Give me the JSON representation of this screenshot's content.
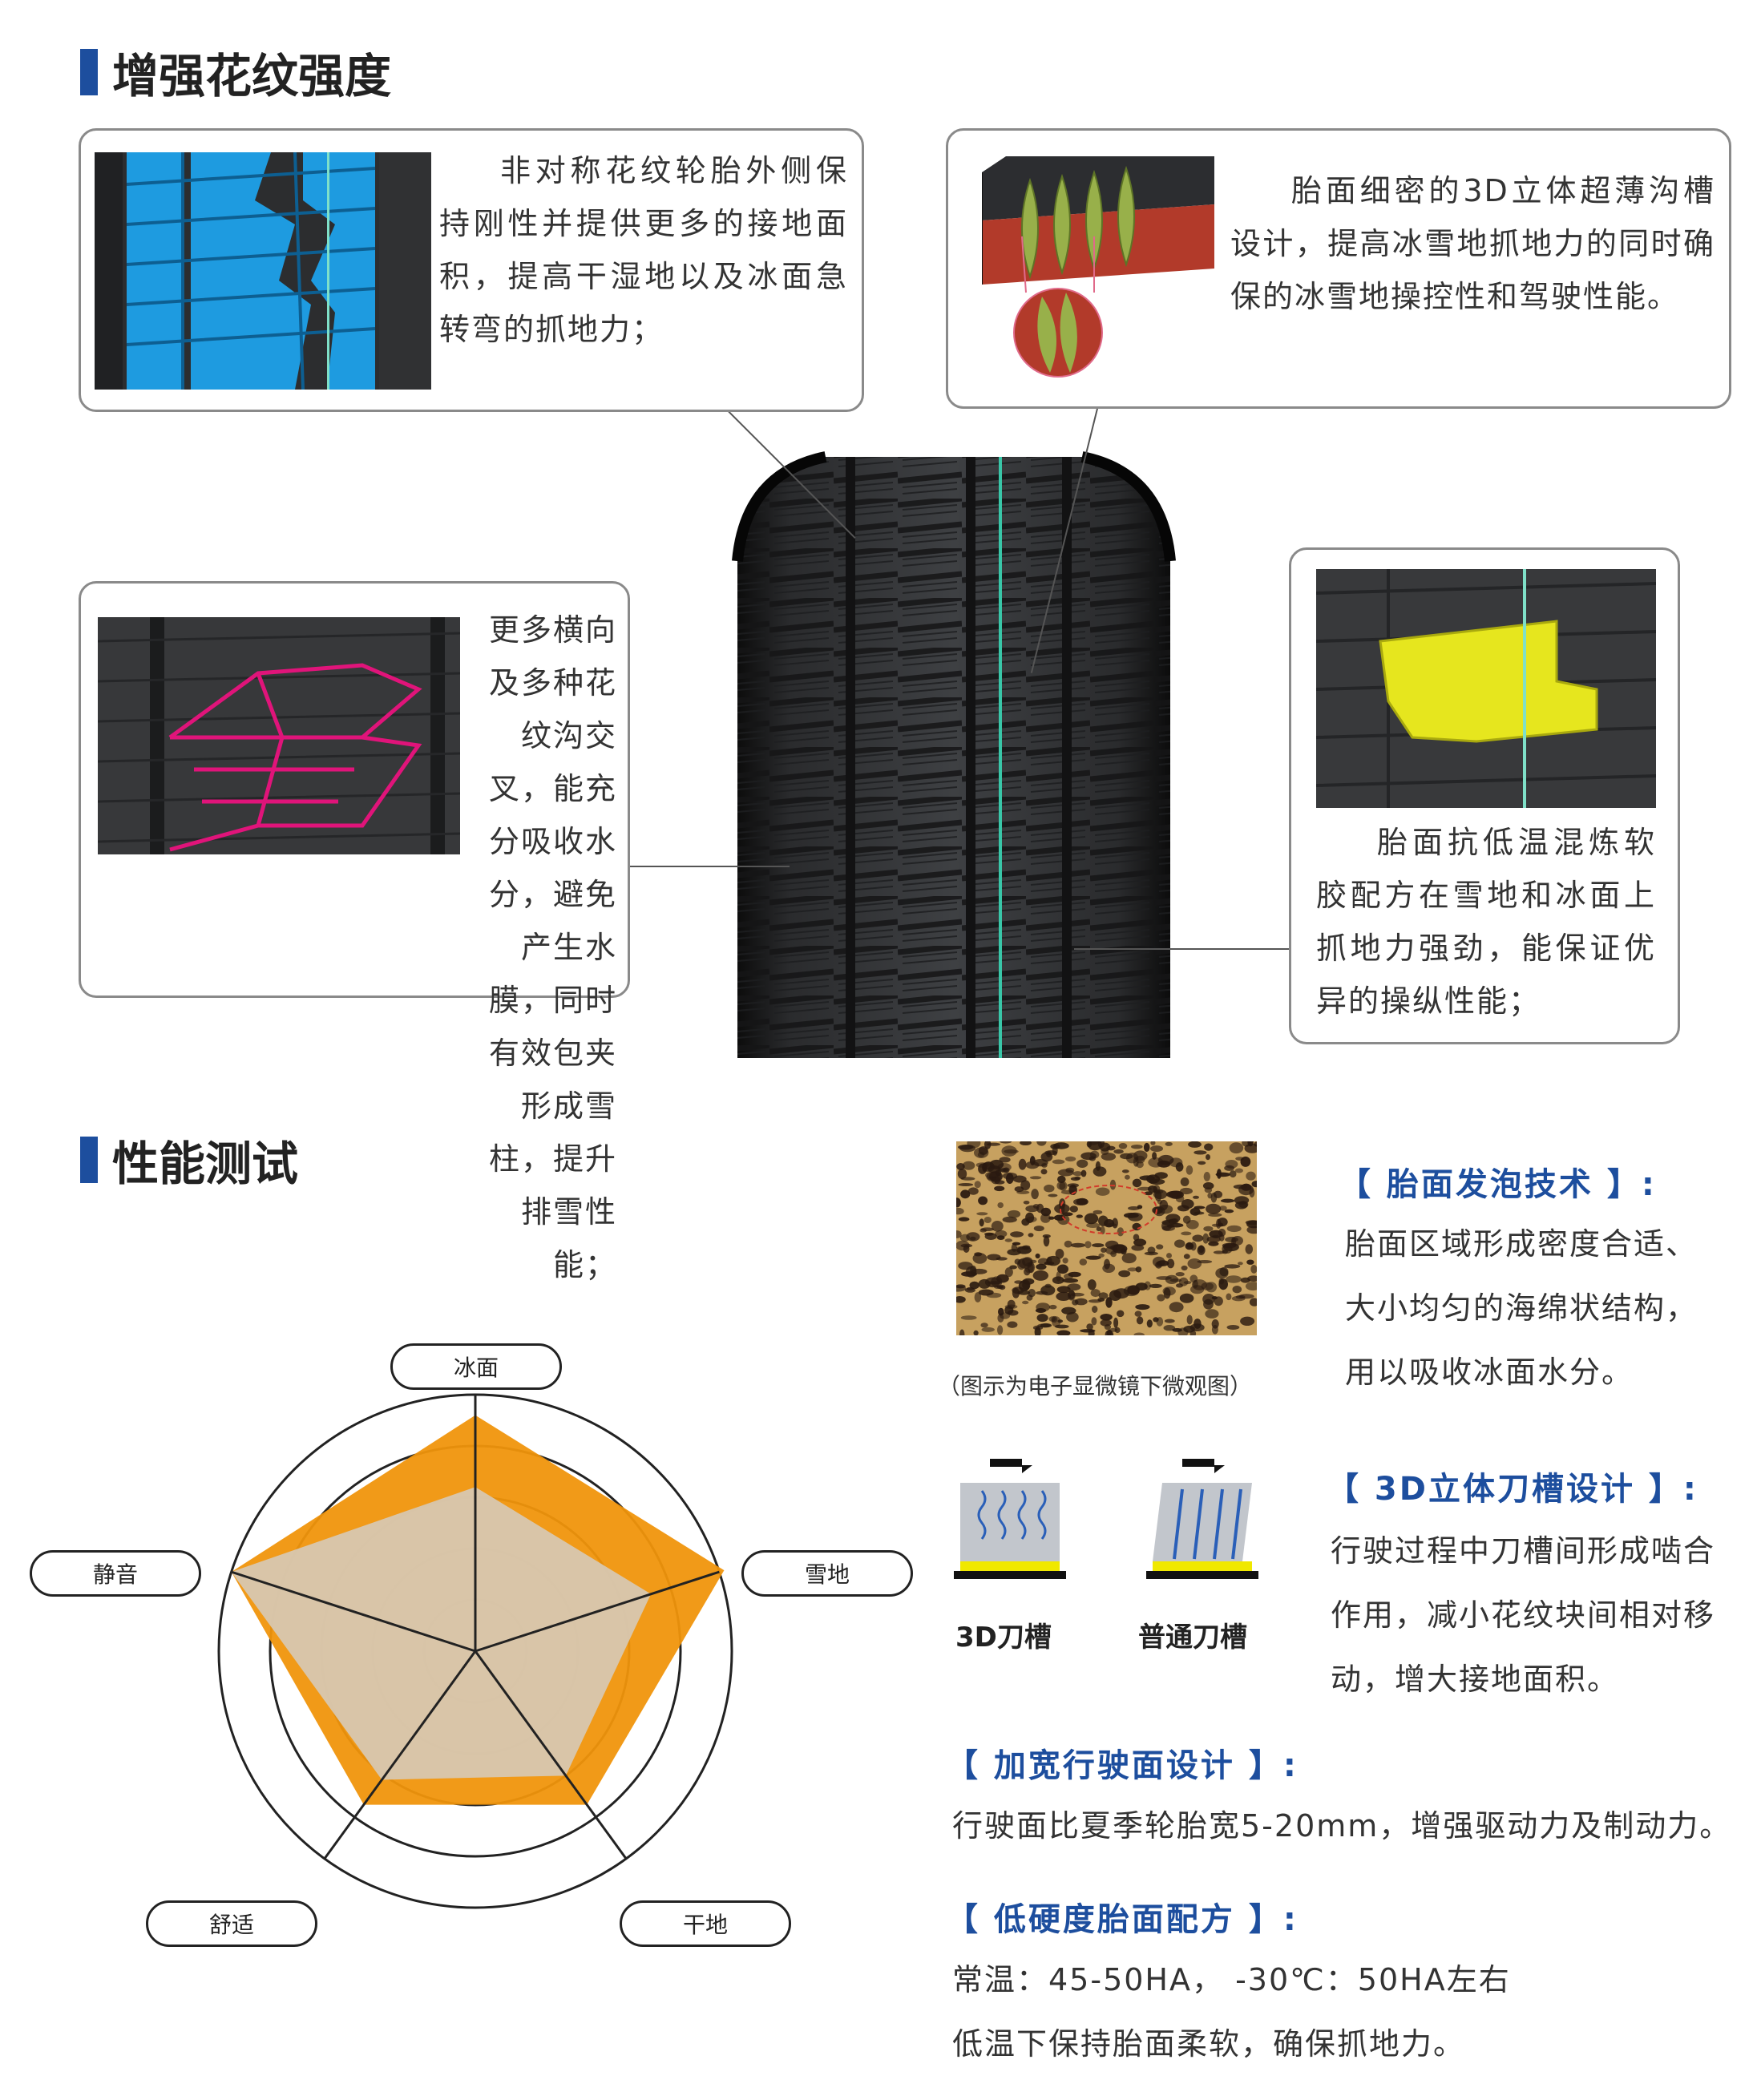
{
  "section1": {
    "title": "增强花纹强度"
  },
  "callouts": {
    "asymmetric": "非对称花纹轮胎外侧保持刚性并提供更多的接地面积，提高干湿地以及冰面急转弯的抓地力；",
    "sipe3d": "胎面细密的3D立体超薄沟槽设计，提高冰雪地抓地力的同时确保的冰雪地操控性和驾驶性能。",
    "grooves": "更多横向及多种花纹沟交叉，能充分吸收水分，避免产生水膜，同时有效包夹形成雪柱，提升排雪性能；",
    "compound": "胎面抗低温混炼软胶配方在雪地和冰面上抓地力强劲，能保证优异的操纵性能；"
  },
  "section2": {
    "title": "性能测试"
  },
  "radar": {
    "axes": [
      "冰面",
      "雪地",
      "干地",
      "舒适",
      "静音"
    ],
    "max": 5,
    "series": [
      {
        "values": [
          4.6,
          5.1,
          3.7,
          3.7,
          5.0
        ],
        "color": "#f0950c"
      },
      {
        "values": [
          3.2,
          3.6,
          3.0,
          3.1,
          5.0
        ],
        "color": "#d7c7b0"
      }
    ]
  },
  "features": {
    "foam": {
      "title": "【 胎面发泡技术 】:",
      "lines": [
        "胎面区域形成密度合适、",
        "大小均匀的海绵状结构，",
        "用以吸收冰面水分。"
      ],
      "caption": "（图示为电子显微镜下微观图）"
    },
    "blade": {
      "title": "【 3D立体刀槽设计 】:",
      "lines": [
        "行驶过程中刀槽间形成啮合",
        "作用，减小花纹块间相对移",
        "动，增大接地面积。"
      ],
      "label_3d": "3D刀槽",
      "label_normal": "普通刀槽"
    },
    "wide": {
      "title": "【 加宽行驶面设计 】:",
      "lines": [
        "行驶面比夏季轮胎宽5-20mm，增强驱动力及制动力。"
      ]
    },
    "soft": {
      "title": "【 低硬度胎面配方 】:",
      "lines": [
        "常温：45-50HA， -30℃：50HA左右",
        "低温下保持胎面柔软，确保抓地力。"
      ]
    }
  },
  "colors": {
    "accent": "#1d4e9e",
    "tread_blue": "#1e9be0",
    "tread_magenta": "#e0147a",
    "tread_yellow": "#e6e61e",
    "radar_orange": "#f0950c",
    "radar_beige": "#d7c7b0"
  }
}
